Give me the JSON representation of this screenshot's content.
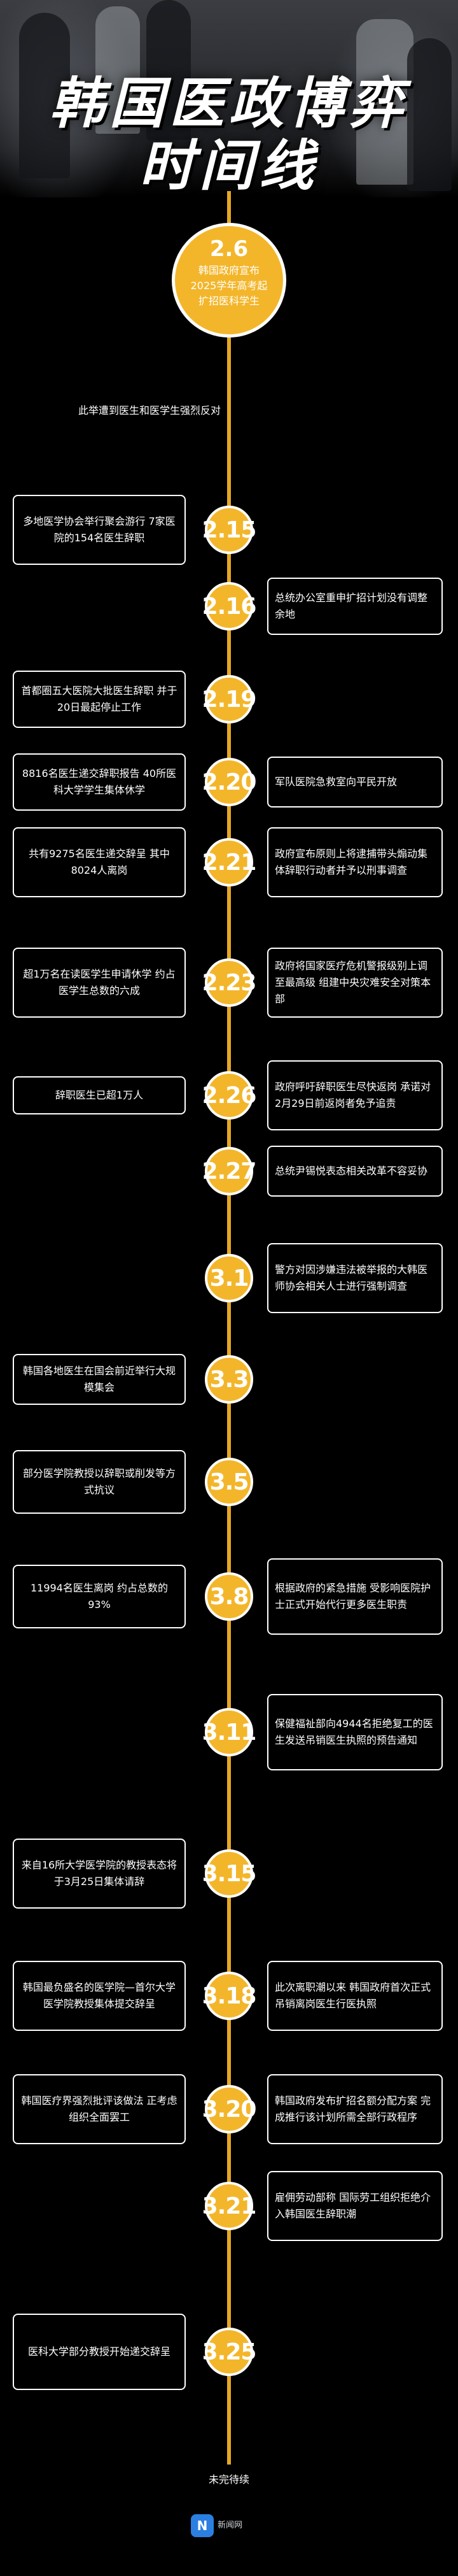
{
  "header": {
    "title_line1": "韩国医政博弈",
    "title_line2": "时间线"
  },
  "first": {
    "date": "2.6",
    "text": "韩国政府宣布2025学年高考起扩招医科学生"
  },
  "intro_note": "此举遭到医生和医学生强烈反对",
  "events": [
    {
      "date": "2.15",
      "left": "多地医学协会举行聚会游行 7家医院的154名医生辞职",
      "right": ""
    },
    {
      "date": "2.16",
      "left": "",
      "right": "总统办公室重申扩招计划没有调整余地"
    },
    {
      "date": "2.19",
      "left": "首都圈五大医院大批医生辞职 并于20日最起停止工作",
      "right": ""
    },
    {
      "date": "2.20",
      "left": "8816名医生递交辞职报告 40所医科大学学生集体休学",
      "right": "军队医院急救室向平民开放"
    },
    {
      "date": "2.21",
      "left": "共有9275名医生递交辞呈 其中8024人离岗",
      "right": "政府宣布原则上将逮捕带头煽动集体辞职行动者并予以刑事调查"
    },
    {
      "date": "2.23",
      "left": "超1万名在读医学生申请休学 约占医学生总数的六成",
      "right": "政府将国家医疗危机警报级别上调至最高级 组建中央灾难安全对策本部"
    },
    {
      "date": "2.26",
      "left": "辞职医生已超1万人",
      "right": "政府呼吁辞职医生尽快返岗 承诺对2月29日前返岗者免予追责"
    },
    {
      "date": "2.27",
      "left": "",
      "right": "总统尹锡悦表态相关改革不容妥协"
    },
    {
      "date": "3.1",
      "left": "",
      "right": "警方对因涉嫌违法被举报的大韩医师协会相关人士进行强制调查"
    },
    {
      "date": "3.3",
      "left": "韩国各地医生在国会前近举行大规模集会",
      "right": ""
    },
    {
      "date": "3.5",
      "left": "部分医学院教授以辞职或削发等方式抗议",
      "right": ""
    },
    {
      "date": "3.8",
      "left": "11994名医生离岗 约占总数的93%",
      "right": "根据政府的紧急措施 受影响医院护士正式开始代行更多医生职责"
    },
    {
      "date": "3.11",
      "left": "",
      "right": "保健福祉部向4944名拒绝复工的医生发送吊销医生执照的预告通知"
    },
    {
      "date": "3.15",
      "left": "来自16所大学医学院的教授表态将于3月25日集体请辞",
      "right": ""
    },
    {
      "date": "3.18",
      "left": "韩国最负盛名的医学院—首尔大学医学院教授集体提交辞呈",
      "right": "此次离职潮以来 韩国政府首次正式吊销离岗医生行医执照"
    },
    {
      "date": "3.20",
      "left": "韩国医疗界强烈批评该做法 正考虑组织全面罢工",
      "right": "韩国政府发布扩招名额分配方案 完成推行该计划所需全部行政程序"
    },
    {
      "date": "3.21",
      "left": "",
      "right": "雇佣劳动部称 国际劳工组织拒绝介入韩国医生辞职潮"
    },
    {
      "date": "3.25",
      "left": "医科大学部分教授开始递交辞呈",
      "right": ""
    }
  ],
  "end_text": "未完待续",
  "logo": {
    "mark": "N",
    "name": "新闻网"
  }
}
